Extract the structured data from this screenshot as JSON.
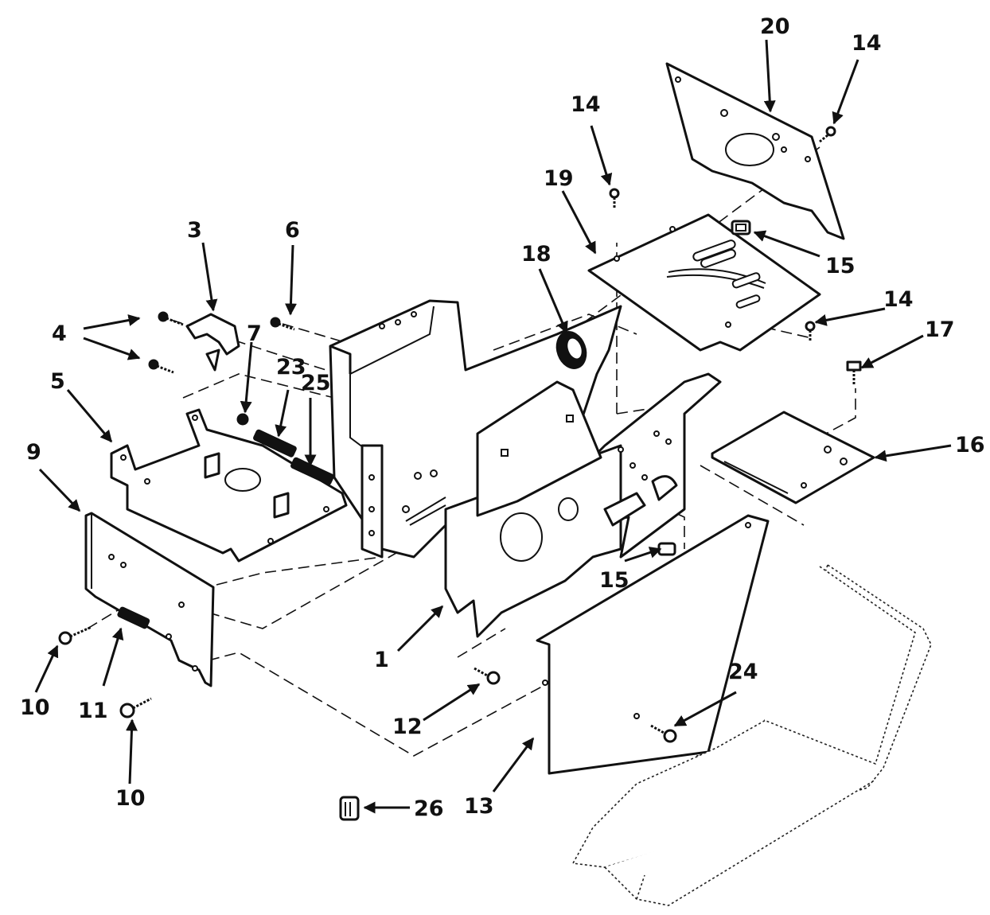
{
  "figure": {
    "callouts": [
      {
        "key": "c1",
        "text": "1"
      },
      {
        "key": "c3",
        "text": "3"
      },
      {
        "key": "c4",
        "text": "4"
      },
      {
        "key": "c5",
        "text": "5"
      },
      {
        "key": "c6",
        "text": "6"
      },
      {
        "key": "c7",
        "text": "7"
      },
      {
        "key": "c9",
        "text": "9"
      },
      {
        "key": "c10a",
        "text": "10"
      },
      {
        "key": "c10b",
        "text": "10"
      },
      {
        "key": "c11",
        "text": "11"
      },
      {
        "key": "c12",
        "text": "12"
      },
      {
        "key": "c13",
        "text": "13"
      },
      {
        "key": "c14a",
        "text": "14"
      },
      {
        "key": "c14b",
        "text": "14"
      },
      {
        "key": "c14c",
        "text": "14"
      },
      {
        "key": "c15a",
        "text": "15"
      },
      {
        "key": "c15b",
        "text": "15"
      },
      {
        "key": "c16",
        "text": "16"
      },
      {
        "key": "c17",
        "text": "17"
      },
      {
        "key": "c18",
        "text": "18"
      },
      {
        "key": "c19",
        "text": "19"
      },
      {
        "key": "c20",
        "text": "20"
      },
      {
        "key": "c23",
        "text": "23"
      },
      {
        "key": "c24",
        "text": "24"
      },
      {
        "key": "c25",
        "text": "25"
      },
      {
        "key": "c26",
        "text": "26"
      }
    ]
  }
}
